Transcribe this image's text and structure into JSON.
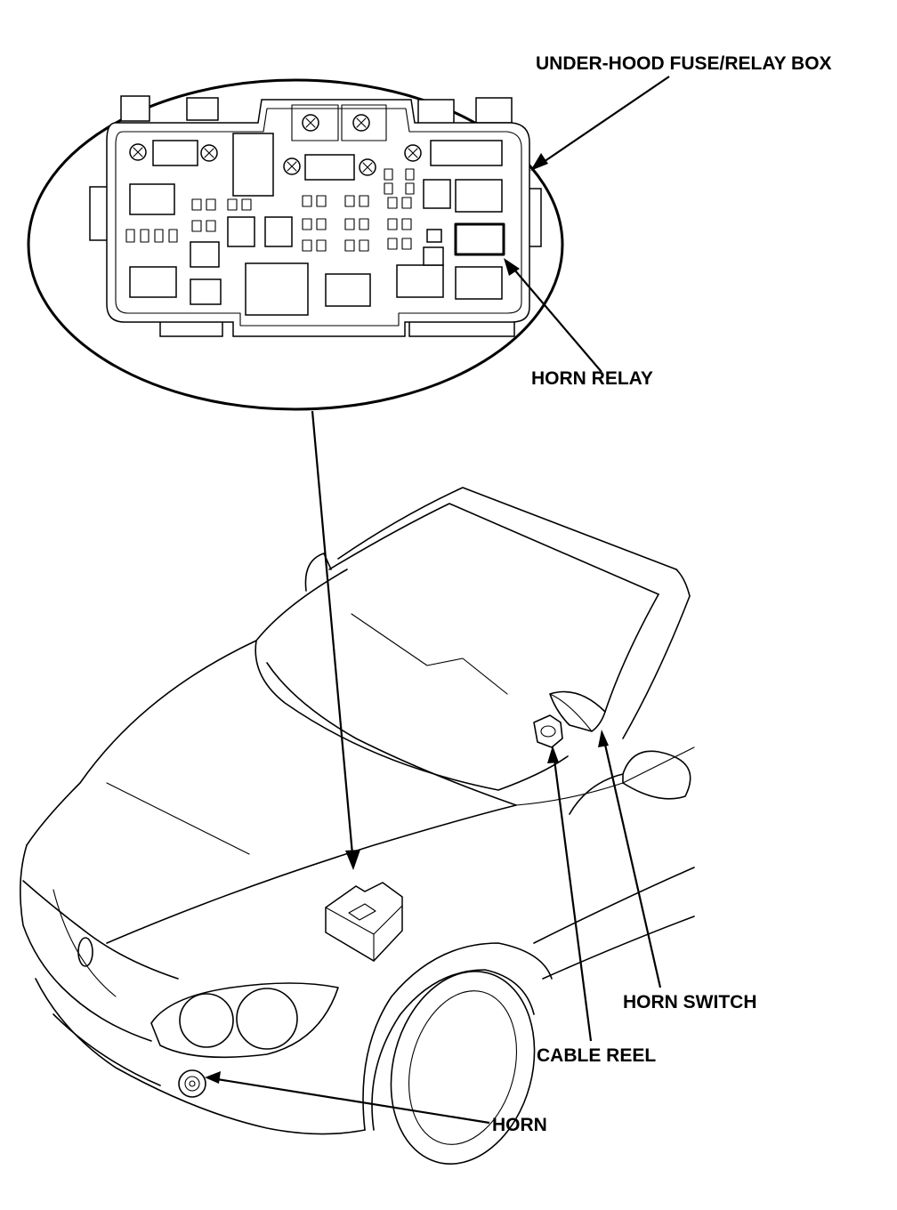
{
  "labels": {
    "fuse_box": "UNDER-HOOD FUSE/RELAY BOX",
    "horn_relay": "HORN RELAY",
    "horn_switch": "HORN SWITCH",
    "cable_reel": "CABLE REEL",
    "horn": "HORN"
  }
}
